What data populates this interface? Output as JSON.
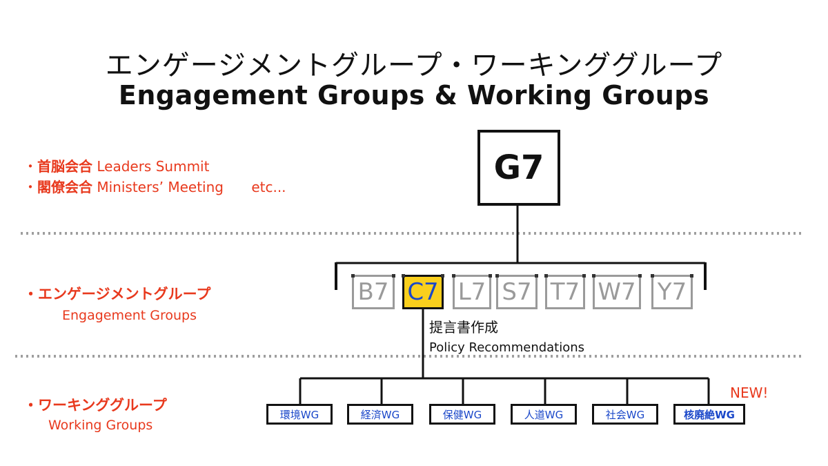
{
  "title": {
    "jp": "エンゲージメントグループ・ワーキンググループ",
    "en": "Engagement Groups & Working Groups"
  },
  "levels": {
    "top": {
      "items": [
        {
          "bullet": "・",
          "jp": "首脳会合",
          "en": "Leaders Summit"
        },
        {
          "bullet": "・",
          "jp": "閣僚会合",
          "en": "Ministers’ Meeting"
        }
      ],
      "etc": "etc..."
    },
    "engagement": {
      "bullet": "・",
      "jp": "エンゲージメントグループ",
      "en": "Engagement Groups"
    },
    "working": {
      "bullet": "・",
      "jp": "ワーキンググループ",
      "en": "Working Groups"
    }
  },
  "g7": {
    "label": "G7"
  },
  "engagement_groups": [
    {
      "label": "B7",
      "highlighted": false
    },
    {
      "label": "C7",
      "highlighted": true
    },
    {
      "label": "L7",
      "highlighted": false
    },
    {
      "label": "S7",
      "highlighted": false
    },
    {
      "label": "T7",
      "highlighted": false
    },
    {
      "label": "W7",
      "highlighted": false
    },
    {
      "label": "Y7",
      "highlighted": false
    }
  ],
  "policy": {
    "jp": "提言書作成",
    "en": "Policy Recommendations"
  },
  "working_groups": [
    {
      "label": "環境WG",
      "bold": false
    },
    {
      "label": "経済WG",
      "bold": false
    },
    {
      "label": "保健WG",
      "bold": false
    },
    {
      "label": "人道WG",
      "bold": false
    },
    {
      "label": "社会WG",
      "bold": false
    },
    {
      "label": "核廃絶WG",
      "bold": true
    }
  ],
  "new_badge": "NEW!",
  "colors": {
    "accent_red": "#e8391d",
    "highlight_yellow": "#f9cf1d",
    "link_blue": "#1a47c9",
    "inactive_gray": "#9a9a9a"
  }
}
